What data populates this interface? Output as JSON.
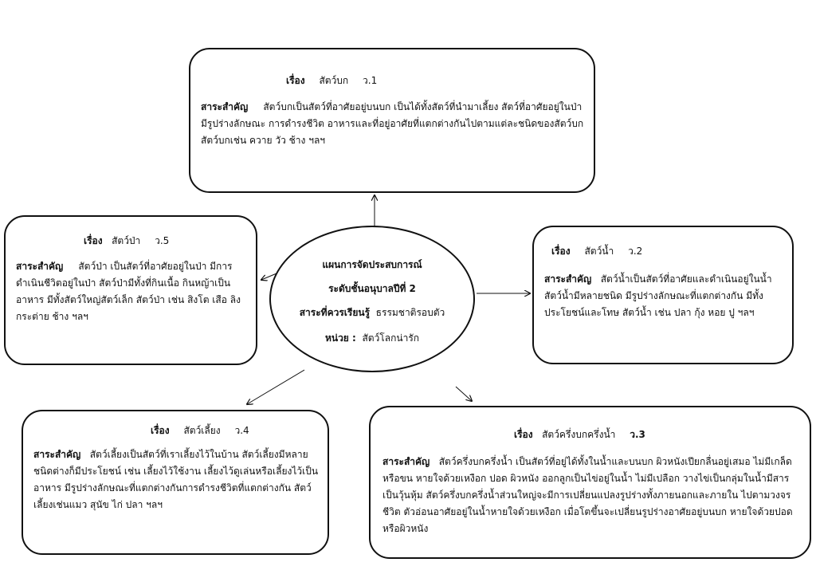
{
  "center": {
    "title": "แผนการจัดประสบการณ์",
    "level": "ระดับชั้นอนุบาลปีที่ 2",
    "subject_label": "สาระที่ควรเรียนรู้",
    "subject_value": "ธรรมชาติรอบตัว",
    "unit_label": "หน่วย :",
    "unit_value": "สัตว์โลกน่ารัก"
  },
  "boxes": {
    "b1": {
      "topic_label": "เรื่อง",
      "topic": "สัตว์บก",
      "code": "ว.1",
      "essence_label": "สาระสำคัญ",
      "essence": "สัตว์บกเป็นสัตว์ที่อาศัยอยู่บนบก เป็นได้ทั้งสัตว์ที่นำมาเลี้ยง สัตว์ที่อาศัยอยู่ในป่า มีรูปร่างลักษณะ การดำรงชีวิต อาหารและที่อยู่อาศัยที่แตกต่างกันไปตามแต่ละชนิดของสัตว์บก สัตว์บกเช่น ควาย วัว ช้าง ฯลฯ"
    },
    "b2": {
      "topic_label": "เรื่อง",
      "topic": "สัตว์ป่า",
      "code": "ว.5",
      "essence_label": "สาระสำคัญ",
      "essence": "สัตว์ป่า เป็นสัตว์ที่อาศัยอยู่ในป่า มีการดำเนินชีวิตอยู่ในป่า สัตว์ป่ามีทั้งที่กินเนื้อ กินหญ้าเป็นอาหาร มีทั้งสัตว์ใหญ่สัตว์เล็ก สัตว์ป่า เช่น สิงโต เสือ ลิง กระต่าย ช้าง ฯลฯ"
    },
    "b3": {
      "topic_label": "เรื่อง",
      "topic": "สัตว์น้ำ",
      "code": "ว.2",
      "essence_label": "สาระสำคัญ",
      "essence": "สัตว์น้ำเป็นสัตว์ที่อาศัยและดำเนินอยู่ในน้ำ สัตว์น้ำมีหลายชนิด มีรูปร่างลักษณะที่แตกต่างกัน มีทั้งประโยชน์และโทษ สัตว์น้ำ เช่น ปลา กุ้ง หอย ปู ฯลฯ"
    },
    "b4": {
      "topic_label": "เรื่อง",
      "topic": "สัตว์เลี้ยง",
      "code": "ว.4",
      "essence_label": "สาระสำคัญ",
      "essence": "สัตว์เลี้ยงเป็นสัตว์ที่เราเลี้ยงไว้ในบ้าน สัตว์เลี้ยงมีหลายชนิดต่างก็มีประโยชน์ เช่น เลี้ยงไว้ใช้งาน เลี้ยงไว้ดูเล่นหรือเลี้ยงไว้เป็นอาหาร มีรูปร่างลักษณะที่แตกต่างกันการดำรงชีวิตที่แตกต่างกัน สัตว์เลี้ยงเช่นแมว สุนัข ไก่ ปลา ฯลฯ"
    },
    "b5": {
      "topic_label": "เรื่อง",
      "topic": "สัตว์ครึ่งบกครึ่งน้ำ",
      "code": "ว.3",
      "essence_label": "สาระสำคัญ",
      "essence": "สัตว์ครึ่งบกครึ่งน้ำ เป็นสัตว์ที่อยู่ได้ทั้งในน้ำและบนบก ผิวหนังเปียกลื่นอยู่เสมอ ไม่มีเกล็ดหรือขน หายใจด้วยเหงือก ปอด ผิวหนัง ออกลูกเป็นไข่อยู่ในน้ำ ไม่มีเปลือก วางไข่เป็นกลุ่มในน้ำมีสารเป็นวุ้นหุ้ม สัตว์ครึ่งบกครึ่งน้ำส่วนใหญ่จะมีการเปลี่ยนแปลงรูปร่างทั้งภายนอกและภายใน ไปตามวงจรชีวิต ตัวอ่อนอาศัยอยู่ในน้ำหายใจด้วยเหงือก เมื่อโตขึ้นจะเปลี่ยนรูปร่างอาศัยอยู่บนบก หายใจด้วยปอดหรือผิวหนัง"
    }
  }
}
